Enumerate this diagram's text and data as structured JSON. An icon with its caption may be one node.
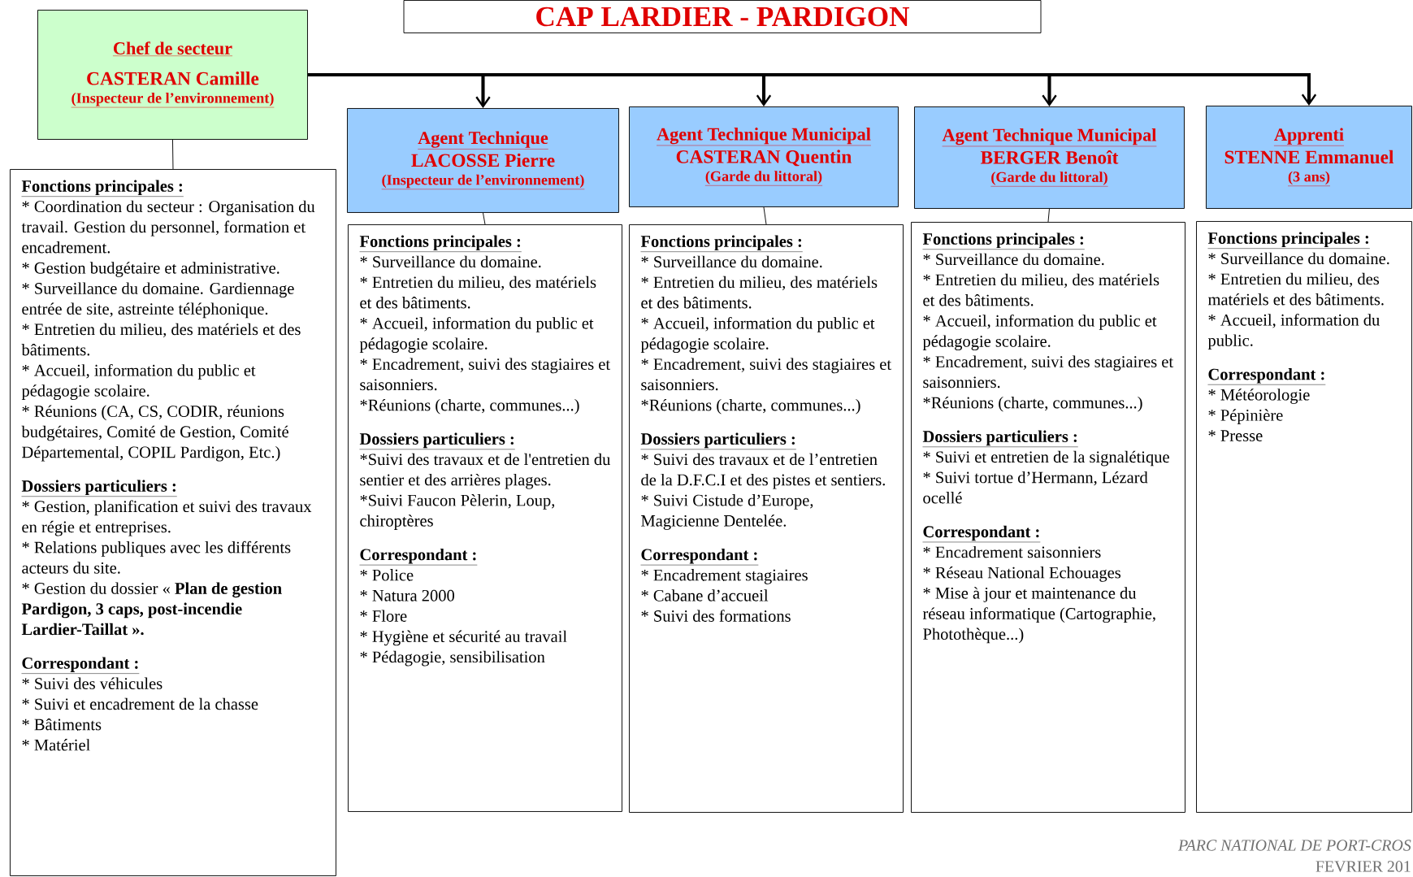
{
  "diagram": {
    "title": "CAP LARDIER - PARDIGON",
    "nodes": [
      {
        "text": [
          "Chef de secteur",
          "CASTERAN Camille",
          "(Inspecteur de l’environnement)"
        ]
      },
      {
        "text": [
          "Fonctions principales :",
          "* Coordination du secteur : Organisation du travail. Gestion du personnel, formation et encadrement.",
          "* Gestion budgétaire et administrative.",
          "* Surveillance du domaine. Gardiennage entrée de site, astreinte téléphonique.",
          "* Entretien du milieu, des matériels et des bâtiments.",
          "* Accueil, information du public et pédagogie scolaire.",
          "* Réunions (CA, CS, CODIR, réunions budgétaires, Comité de Gestion, Comité Départemental, COPIL Pardigon, Etc.)",
          "Dossiers particuliers :",
          "* Gestion, planification et suivi des travaux en régie et entreprises.",
          "* Relations publiques avec les différents acteurs du site.",
          "* Gestion du dossier « **Plan de gestion Pardigon, 3 caps, post-incendie Lardier-Taillat ».**",
          "Correspondant :",
          "* Suivi des véhicules",
          "* Suivi et encadrement de la chasse",
          "* Bâtiments",
          "* Matériel"
        ]
      },
      {
        "text": [
          "Agent Technique",
          "LACOSSE Pierre",
          "(Inspecteur de l’environnement)"
        ]
      },
      {
        "text": [
          "Fonctions principales :",
          "* Surveillance du domaine.",
          "* Entretien du milieu, des matériels et des bâtiments.",
          "* Accueil, information du public et pédagogie scolaire.",
          "* Encadrement, suivi des stagiaires et saisonniers.",
          "*Réunions (charte, communes...)",
          "Dossiers particuliers :",
          "*Suivi des travaux et de l'entretien du sentier et des arrières plages.",
          "*Suivi Faucon Pèlerin, Loup, chiroptères",
          "Correspondant :",
          "* Police",
          "* Natura 2000",
          "* Flore",
          "* Hygiène et sécurité au travail",
          "* Pédagogie, sensibilisation"
        ]
      },
      {
        "text": [
          "Agent Technique Municipal",
          "CASTERAN Quentin",
          "(Garde du littoral)"
        ]
      },
      {
        "text": [
          "Fonctions principales :",
          "* Surveillance du domaine.",
          "* Entretien du milieu, des matériels et des bâtiments.",
          "* Accueil, information du public et pédagogie scolaire.",
          "* Encadrement, suivi des stagiaires et saisonniers.",
          "*Réunions (charte, communes...)",
          "Dossiers particuliers :",
          "* Suivi des travaux et de l’entretien de la D.F.C.I et des pistes et sentiers.",
          "* Suivi Cistude d’Europe, Magicienne Dentelée.",
          "Correspondant :",
          "* Encadrement stagiaires",
          "* Cabane d’accueil",
          "* Suivi des formations"
        ]
      },
      {
        "text": [
          "Agent Technique Municipal",
          "BERGER Benoît",
          "(Garde du littoral)"
        ]
      },
      {
        "text": [
          "Fonctions principales :",
          "* Surveillance du domaine.",
          "* Entretien du milieu, des matériels et des bâtiments.",
          "* Accueil, information du public et pédagogie scolaire.",
          "* Encadrement, suivi des stagiaires et saisonniers.",
          "*Réunions (charte, communes...)",
          "Dossiers particuliers :",
          "* Suivi et entretien de la signalétique",
          "* Suivi tortue d’Hermann, Lézard ocellé",
          "Correspondant :",
          "* Encadrement saisonniers",
          "* Réseau National Echouages",
          "* Mise à jour et maintenance du réseau informatique (Cartographie, Photothèque...)"
        ]
      },
      {
        "text": [
          "Apprenti",
          "STENNE Emmanuel",
          "(3 ans)"
        ]
      },
      {
        "text": [
          "Fonctions principales :",
          "* Surveillance du domaine.",
          "* Entretien du milieu, des matériels et des bâtiments.",
          "* Accueil, information du public.",
          "Correspondant :",
          "* Météorologie",
          "* Pépinière",
          "* Presse"
        ]
      }
    ],
    "edges": [
      {
        "from": 0,
        "to": 2,
        "arrow": "to",
        "style": "thick"
      },
      {
        "from": 0,
        "to": 4,
        "arrow": "to",
        "style": "thick"
      },
      {
        "from": 0,
        "to": 6,
        "arrow": "to",
        "style": "thick"
      },
      {
        "from": 0,
        "to": 8,
        "arrow": "to",
        "style": "thick"
      },
      {
        "from": 0,
        "to": 1,
        "arrow": "none"
      },
      {
        "from": 2,
        "to": 3,
        "arrow": "none"
      },
      {
        "from": 4,
        "to": 5,
        "arrow": "none"
      },
      {
        "from": 6,
        "to": 7,
        "arrow": "none"
      }
    ],
    "labels": [
      "PARC NATIONAL DE PORT-CROS",
      "FEVRIER 201"
    ]
  }
}
